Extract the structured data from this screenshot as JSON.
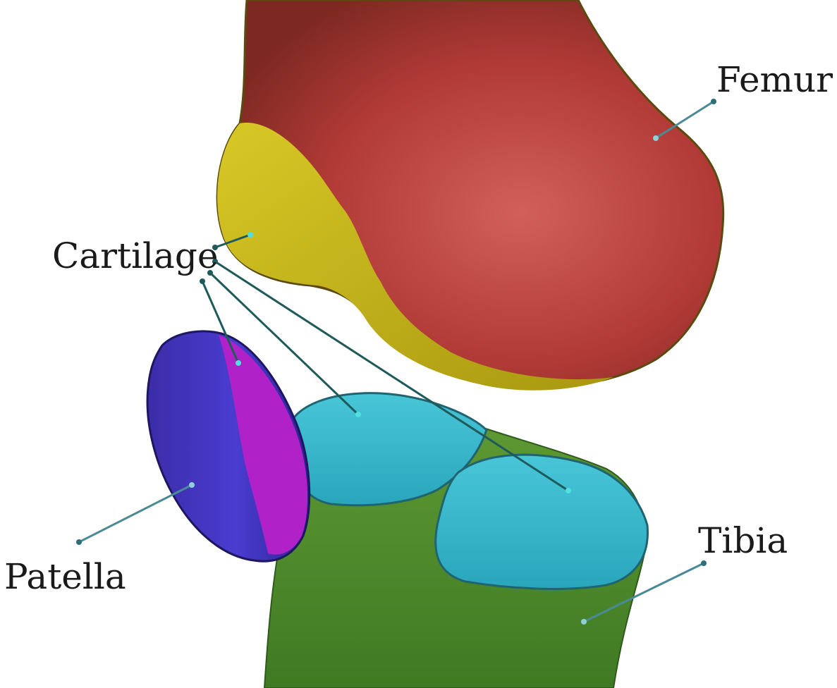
{
  "diagram": {
    "subject": "Knee joint anatomy",
    "labels": {
      "femur": "Femur",
      "cartilage": "Cartilage",
      "patella": "Patella",
      "tibia": "Tibia"
    },
    "colors": {
      "femur": "#b8413c",
      "femur_dark": "#7a2520",
      "cartilage_femoral": "#c9b814",
      "patella_outer": "#3d2fb0",
      "patella_cartilage": "#b022c8",
      "tibia": "#4e8a2c",
      "tibial_cartilage": "#35b8cc",
      "leader_line": "#1f5a5a",
      "leader_line_highlight": "#4fe0e0",
      "label_text": "#1a1a1a"
    }
  }
}
